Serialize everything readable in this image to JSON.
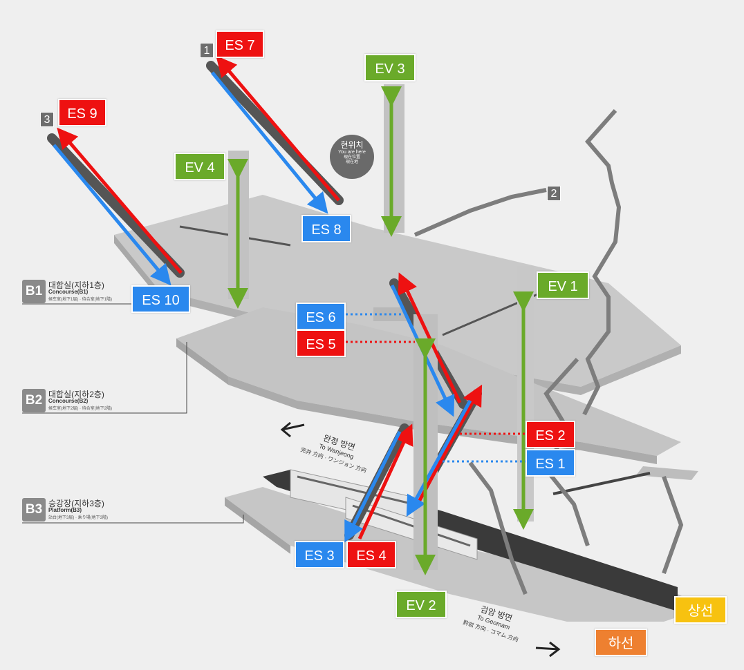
{
  "colors": {
    "escalator_up": "#ee1111",
    "escalator_down": "#2a88ee",
    "elevator": "#6aaa2a",
    "track_up_label": "#f7c210",
    "track_down_label": "#ee8030",
    "floor_badge": "#8a8a8a"
  },
  "labels": {
    "es7": "ES 7",
    "es9": "ES 9",
    "es8": "ES 8",
    "es10": "ES 10",
    "es6": "ES 6",
    "es5": "ES 5",
    "es2": "ES 2",
    "es1": "ES 1",
    "es3": "ES 3",
    "es4": "ES 4",
    "ev1": "EV 1",
    "ev2": "EV 2",
    "ev3": "EV 3",
    "ev4": "EV 4",
    "upbound": "상선",
    "downbound": "하선"
  },
  "exit_numbers": {
    "n1": "1",
    "n2": "2",
    "n3": "3"
  },
  "current_location": {
    "ko": "현위치",
    "en": "You are here",
    "zh": "現在位置",
    "ja": "現在地"
  },
  "floors": [
    {
      "badge": "B1",
      "name": "대합실(지하1층)",
      "en": "Concourse(B1)",
      "cjk": "候车室(地下1层) · 待合室(地下1階)"
    },
    {
      "badge": "B2",
      "name": "대합실(지하2층)",
      "en": "Concourse(B2)",
      "cjk": "候车室(地下2层) · 待合室(地下2階)"
    },
    {
      "badge": "B3",
      "name": "승강장(지하3층)",
      "en": "Platform(B3)",
      "cjk": "站台(地下3层) · 乘り場(地下3階)"
    }
  ],
  "directions": {
    "wanjeong": {
      "ko": "완정 방면",
      "en": "To Wanjeong",
      "cjk": "完井 方向 · ワンジョン 方向"
    },
    "geomam": {
      "ko": "검암 방면",
      "en": "To Geomam",
      "cjk": "黔岩 方向 · コマム 方向"
    }
  }
}
